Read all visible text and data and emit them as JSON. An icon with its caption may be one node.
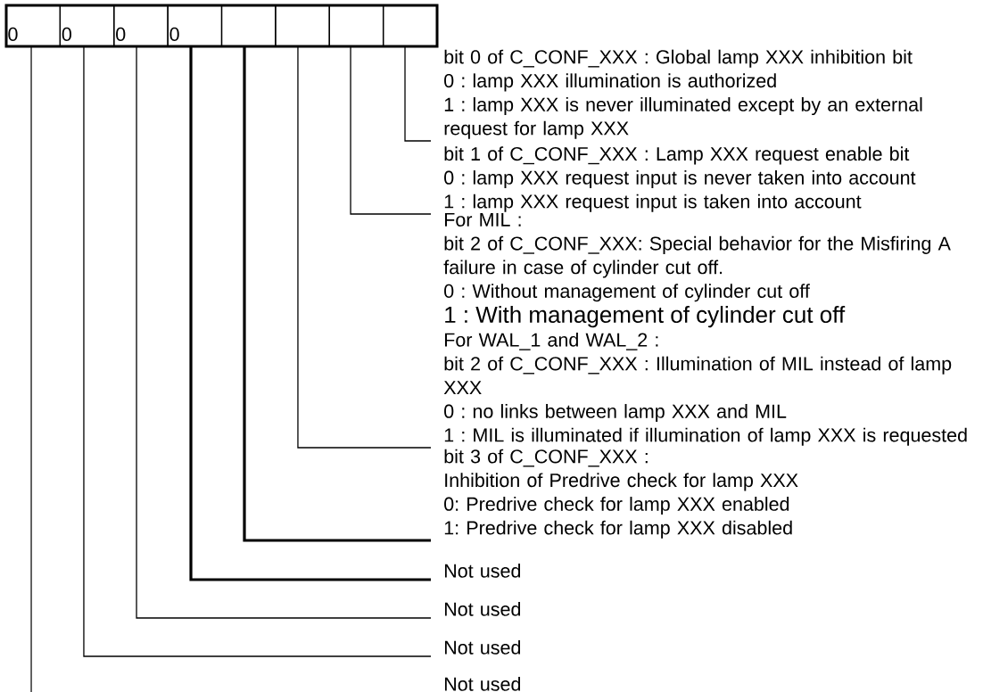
{
  "diagram": {
    "nodes": [
      {
        "text": [],
        "shape": "box"
      },
      {
        "text": [
          "0"
        ],
        "in": 0
      },
      {
        "text": [
          "0"
        ],
        "in": 0
      },
      {
        "text": [
          "0"
        ],
        "in": 0
      },
      {
        "text": [
          "0"
        ],
        "in": 0
      },
      {
        "text": [],
        "shape": "box",
        "in": 0
      },
      {
        "text": [],
        "shape": "box",
        "in": 0
      },
      {
        "text": [],
        "shape": "box",
        "in": 0
      },
      {
        "text": [],
        "shape": "box",
        "in": 0
      },
      {
        "text": [
          "bit 0 of C_CONF_XXX : Global lamp XXX inhibition bit",
          "0 : lamp XXX illumination is authorized",
          "1 : lamp XXX is never illuminated except by an external request for lamp XXX"
        ]
      },
      {
        "text": [
          "bit 1 of C_CONF_XXX : Lamp XXX request enable bit",
          "0 : lamp XXX request input is never taken into account",
          "1 : lamp XXX request input is taken into account"
        ]
      },
      {
        "text": [
          "For MIL :",
          "bit 2 of C_CONF_XXX: Special behavior for the Misfiring A failure in case of cylinder cut off.",
          "0 : Without management of cylinder cut off",
          "1 : With management of cylinder cut off",
          "For WAL_1 and WAL_2 :",
          "bit 2 of C_CONF_XXX : Illumination of MIL instead of lamp XXX",
          "0 : no links between lamp XXX and MIL",
          "1 : MIL is illuminated if illumination of lamp XXX is requested"
        ]
      },
      {
        "text": [
          "bit 3 of C_CONF_XXX :",
          "Inhibition of Predrive check for lamp XXX",
          "0: Predrive check for lamp XXX enabled",
          "1: Predrive check for lamp XXX disabled"
        ]
      },
      {
        "text": [
          "Not used"
        ]
      },
      {
        "text": [
          "Not used"
        ]
      },
      {
        "text": [
          "Not used"
        ]
      },
      {
        "text": [
          "Not used"
        ]
      }
    ],
    "edges": [
      {
        "from": 9,
        "to": 8,
        "arrow": "none"
      },
      {
        "from": 10,
        "to": 7,
        "arrow": "none"
      },
      {
        "from": 11,
        "to": 6,
        "arrow": "none"
      },
      {
        "from": 12,
        "to": 5,
        "arrow": "none",
        "style": "thick"
      },
      {
        "from": 13,
        "to": 4,
        "arrow": "none",
        "style": "thick"
      },
      {
        "from": 14,
        "to": 3,
        "arrow": "none"
      },
      {
        "from": 15,
        "to": 2,
        "arrow": "none"
      },
      {
        "from": null,
        "to": 1,
        "arrow": "none"
      }
    ]
  }
}
